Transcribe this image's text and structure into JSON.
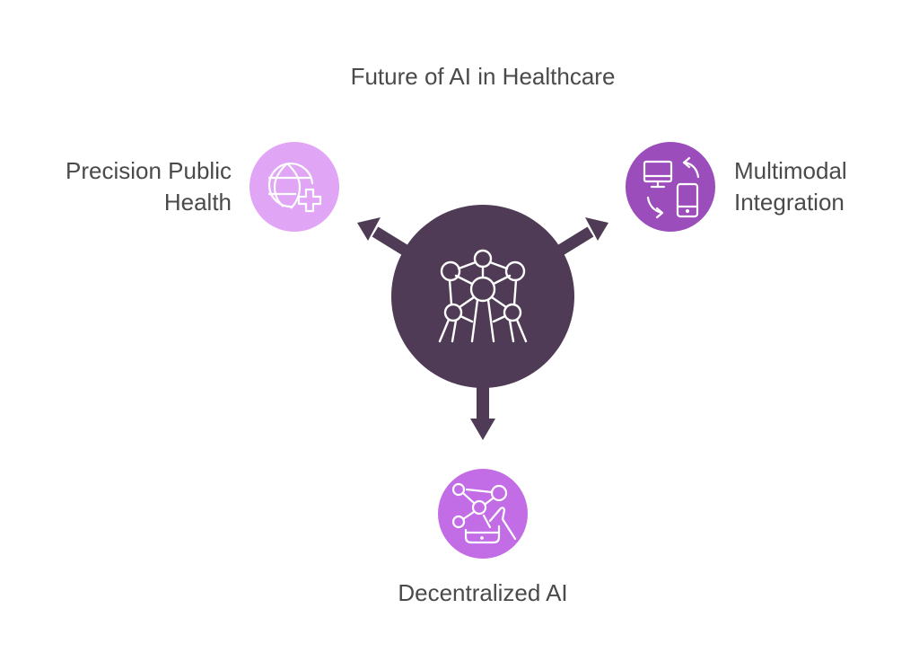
{
  "title": "Future of AI in Healthcare",
  "center": {
    "icon": "atomium-network-icon",
    "color": "#4f3b55"
  },
  "branches": [
    {
      "label_line1": "Precision Public",
      "label_line2": "Health",
      "icon": "globe-plus-icon",
      "color": "#e0a6f5",
      "direction": "upper-left"
    },
    {
      "label_line1": "Multimodal",
      "label_line2": "Integration",
      "icon": "devices-sync-icon",
      "color": "#9c4dbc",
      "direction": "upper-right"
    },
    {
      "label_line1": "Decentralized AI",
      "icon": "network-hand-phone-icon",
      "color": "#c26ce6",
      "direction": "down"
    }
  ]
}
